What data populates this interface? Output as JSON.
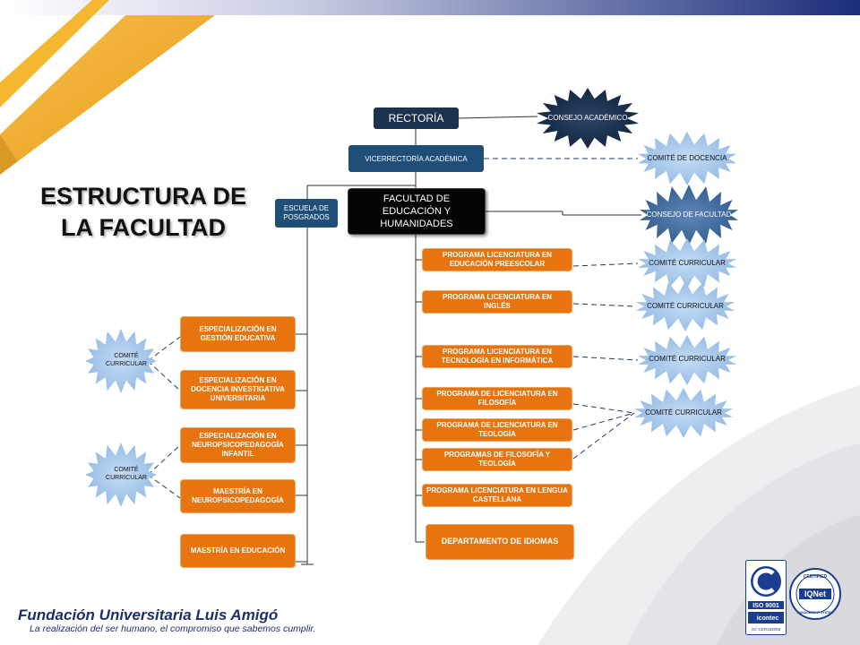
{
  "title": {
    "line1": "ESTRUCTURA  DE",
    "line2": "LA FACULTAD"
  },
  "nodes": {
    "rectoria": "RECTORÍA",
    "consejo_academico": "CONSEJO ACADÉMICO",
    "vicerrectoria": "VICERRECTORÍA ACADÉMICA",
    "comite_docencia": "COMITÉ DE DOCENCIA",
    "facultad": "FACULTAD DE EDUCACIÓN Y HUMANIDADES",
    "consejo_facultad": "CONSEJO DE FACULTAD",
    "escuela_posgrados": "ESCUELA DE POSGRADOS",
    "programas": [
      "PROGRAMA LICENCIATURA EN EDUCACIÓN PREESCOLAR",
      "PROGRAMA LICENCIATURA EN INGLÉS",
      "PROGRAMA LICENCIATURA EN TECNOLOGÍA  EN INFORMÁTICA",
      "PROGRAMA DE LICENCIATURA EN FILOSOFÍA",
      "PROGRAMA DE LICENCIATURA EN TEOLOGÍA",
      "PROGRAMAS DE FILOSOFÍA Y TEOLOGÍA",
      "PROGRAMA LICENCIATURA EN LENGUA CASTELLANA",
      "DEPARTAMENTO DE IDIOMAS"
    ],
    "comites_derecha": [
      "COMITÉ CURRICULAR",
      "COMITÉ CURRICULAR",
      "COMITÉ CURRICULAR",
      "COMITÉ CURRICULAR"
    ],
    "posgrados": [
      "ESPECIALIZACIÓN EN GESTIÓN  EDUCATIVA",
      "ESPECIALIZACIÓN EN DOCENCIA INVESTIGATIVA UNIVERSITARIA",
      "ESPECIALIZACIÓN EN NEUROPSICOPEDAGOGÍA INFANTIL",
      "MAESTRÍA EN NEUROPSICOPEDAGOGÍA",
      "MAESTRÍA EN  EDUCACIÓN"
    ],
    "comites_izquierda": [
      "COMITÉ CURRICULAR",
      "COMITÉ CURRICULAR"
    ]
  },
  "footer": {
    "institution": "Fundación Universitaria Luis Amigó",
    "tagline": "La realización del ser humano, el compromiso que sabemos cumplir."
  },
  "certifications": {
    "iso_label": "ISO 9001",
    "icontec_label": "icontec",
    "iso_code": "SC-CER152056",
    "iqnet_top": "CERTIFIED",
    "iqnet_name": "IQNet",
    "iqnet_bottom": "MANAGEMENT SYSTEM"
  },
  "colors": {
    "dark_node": "#1c3350",
    "mid_node": "#1f4e79",
    "orange_node": "#e8740f",
    "light_node": "#9ec3ea",
    "accent_gold": "#f2ae2b",
    "accent_blue": "#1a2d7a"
  }
}
